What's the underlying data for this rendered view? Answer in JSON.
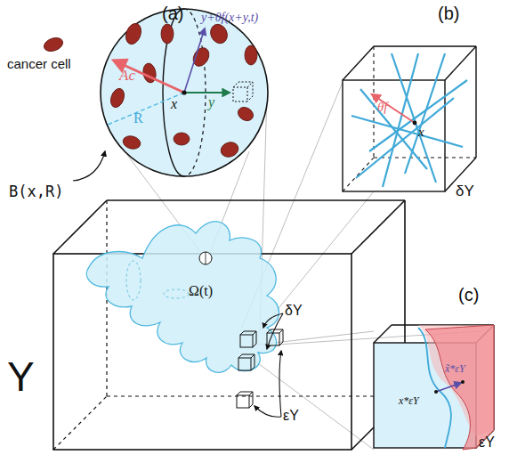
{
  "diagram": {
    "labels": [
      "(a)",
      "cancer cell",
      "Ac",
      "y+θf(x+y,t)",
      "x",
      "y",
      "R",
      "B(x,R)",
      "(b)",
      "θf",
      "x",
      "δY",
      "Ω(t)",
      "δY",
      "Y",
      "εY",
      "(c)",
      "εY",
      "x*εY",
      "x̃*εY"
    ]
  }
}
